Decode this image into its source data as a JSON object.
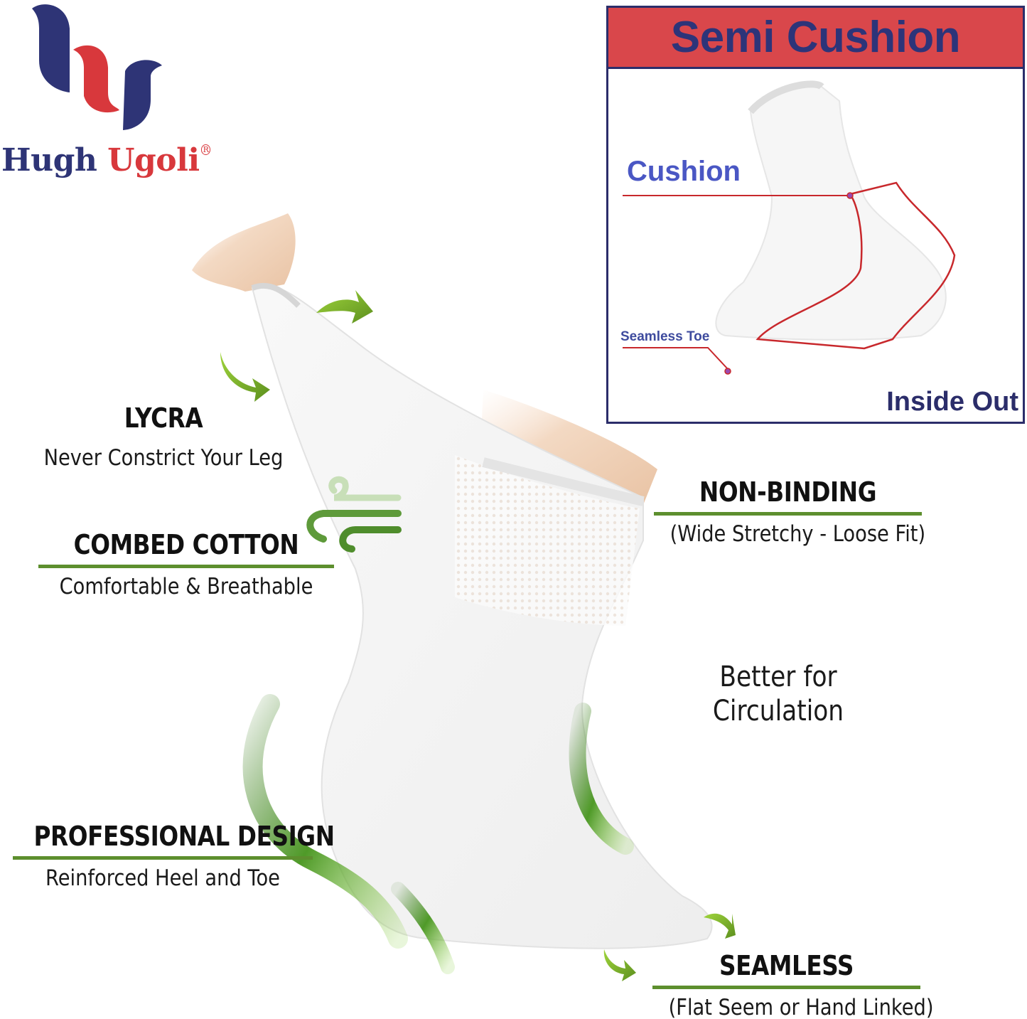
{
  "brand": {
    "name_part1": "Hugh",
    "name_part2": "Ugoli",
    "registered_mark": "R",
    "colors": {
      "navy": "#2e3476",
      "red": "#d8383c"
    }
  },
  "cushion_panel": {
    "title": "Semi Cushion",
    "cushion_label": "Cushion",
    "seamless_toe_label": "Seamless Toe",
    "inside_out_label": "Inside Out",
    "colors": {
      "header_bg": "#d9474b",
      "border": "#2b2d6a",
      "title": "#2d3479",
      "callout_line": "#c8282c",
      "label": "#4a57c4"
    }
  },
  "features": [
    {
      "id": "lycra",
      "title": "LYCRA",
      "description": "Never Constrict Your Leg"
    },
    {
      "id": "combed-cotton",
      "title": "COMBED COTTON",
      "description": "Comfortable & Breathable"
    },
    {
      "id": "non-binding",
      "title": "NON-BINDING",
      "description": "(Wide Stretchy - Loose Fit)"
    },
    {
      "id": "circulation",
      "line1": "Better for",
      "line2": "Circulation"
    },
    {
      "id": "professional-design",
      "title": "PROFESSIONAL DESIGN",
      "description": "Reinforced Heel and Toe"
    },
    {
      "id": "seamless",
      "title": "SEAMLESS",
      "description": "(Flat Seem or Hand Linked)"
    }
  ],
  "accent_color": "#5d8f2e"
}
